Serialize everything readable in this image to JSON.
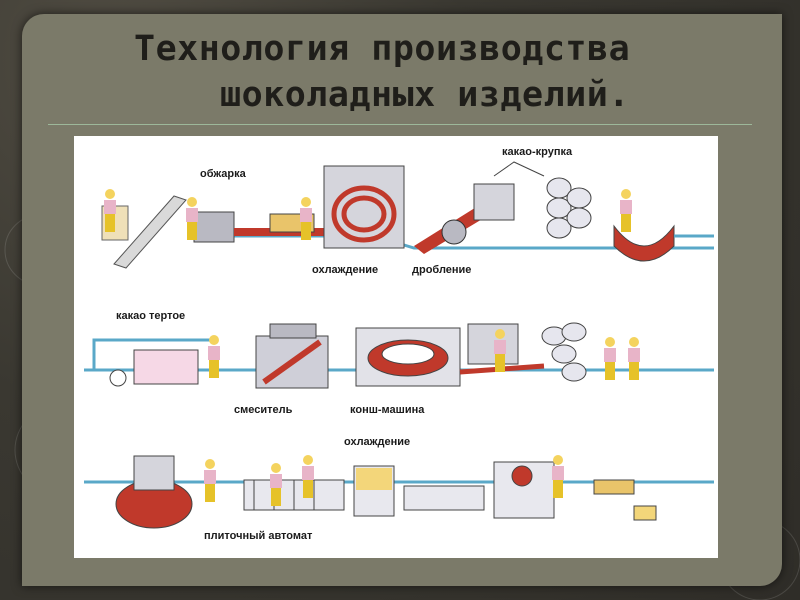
{
  "slide": {
    "title_line1": "Технология производства",
    "title_line2": "шоколадных изделий."
  },
  "diagram": {
    "labels": {
      "roasting": "обжарка",
      "cocoa_nibs": "какао-крупка",
      "cooling_1": "охлаждение",
      "crushing": "дробление",
      "cocoa_liquor": "какао тертое",
      "mixer": "смеситель",
      "conche": "конш-машина",
      "cooling_2": "охлаждение",
      "bar_machine": "плиточный автомат"
    }
  },
  "colors": {
    "background": "#3a3a33",
    "panel": "#7b7a69",
    "title": "#1f1e1a",
    "rule": "#9db89a",
    "chocolate": "#c0392b",
    "pipe": "#5aa8c8",
    "machine": "#b9b9c2",
    "worker_jacket": "#e8b4c8",
    "worker_pants": "#e6c229"
  }
}
